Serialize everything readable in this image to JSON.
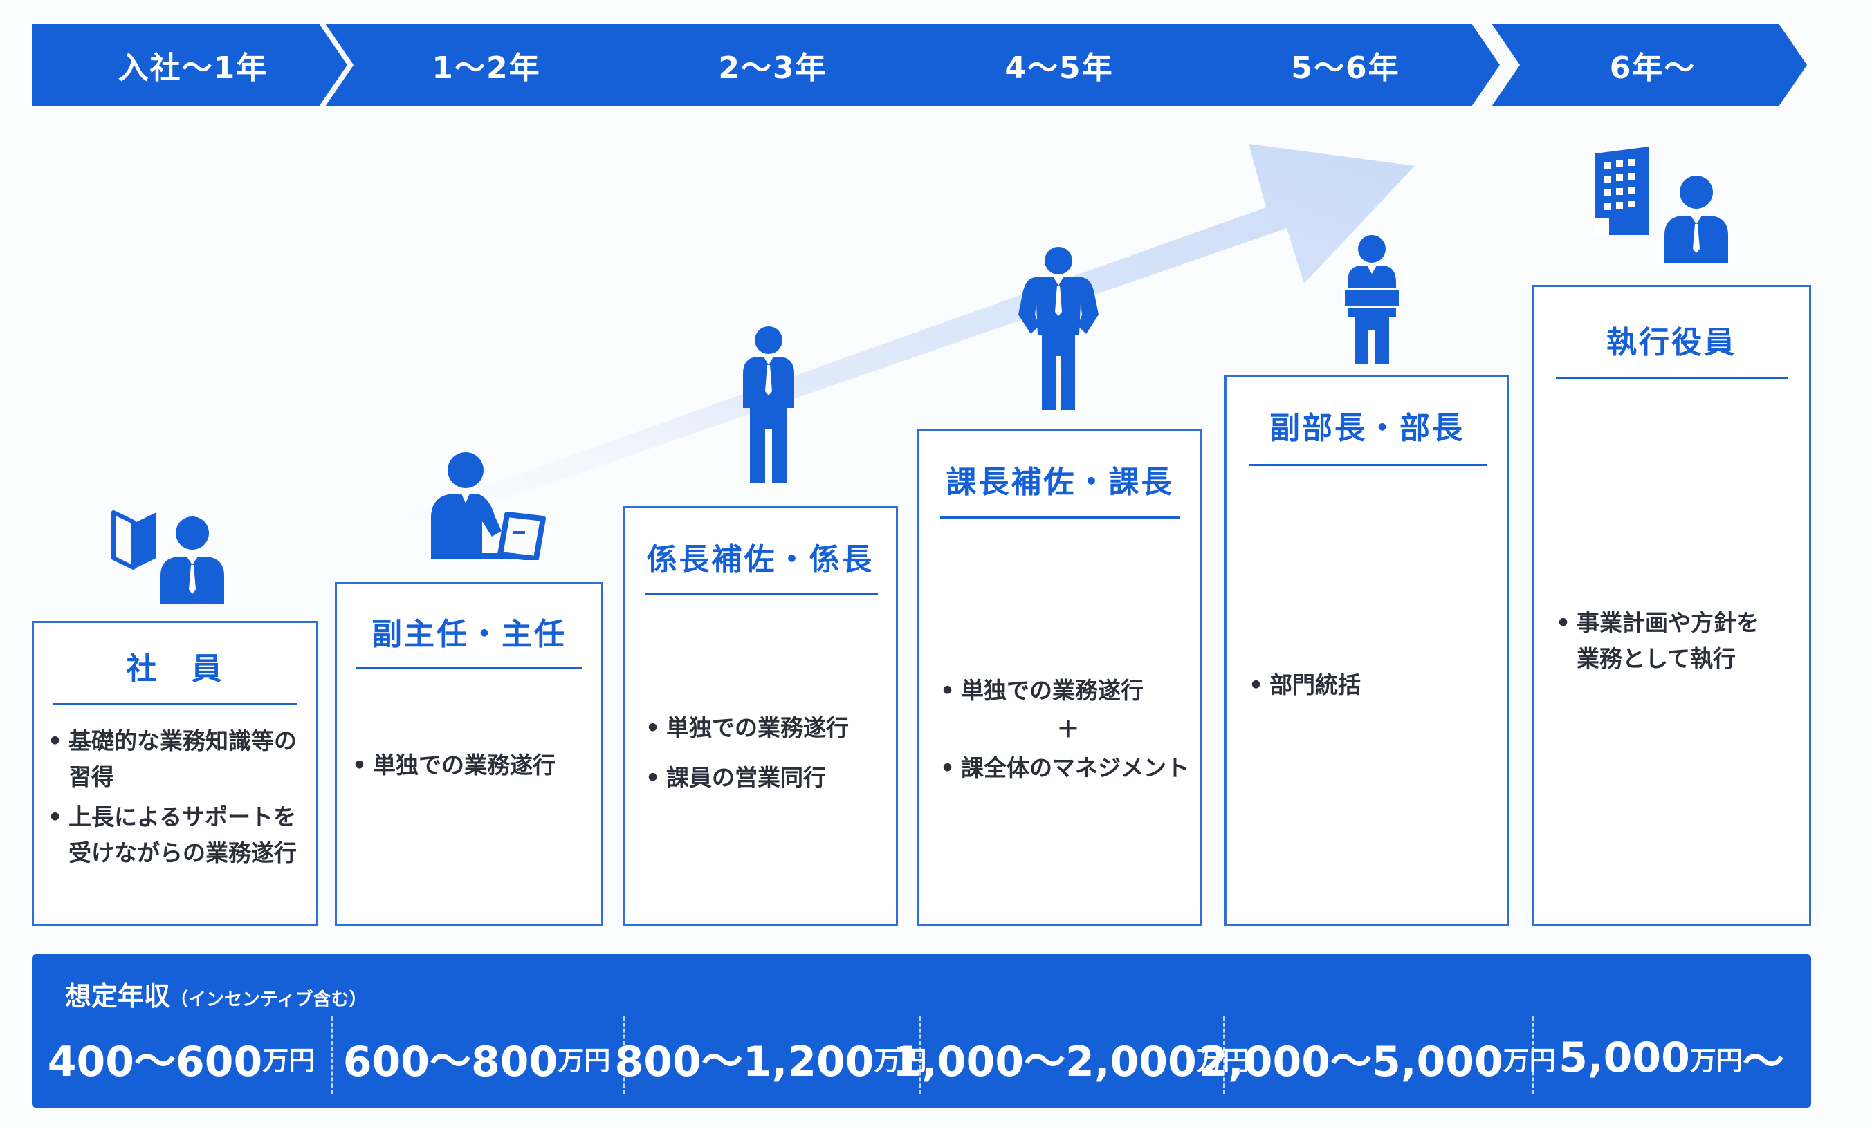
{
  "periods": [
    "入社～1年",
    "1～2年",
    "2～3年",
    "4～5年",
    "5～6年",
    "6年～"
  ],
  "positions": [
    {
      "title": "社　員",
      "bullets": [
        "基礎的な業務知識等の",
        "習得",
        "上長によるサポートを",
        "受けながらの業務遂行"
      ]
    },
    {
      "title": "副主任・主任",
      "bullets": [
        "単独での業務遂行"
      ]
    },
    {
      "title": "係長補佐・係長",
      "bullets": [
        "単独での業務遂行",
        "課員の営業同行"
      ]
    },
    {
      "title": "課長補佐・課長",
      "bullets": [
        "単独での業務遂行",
        "＋",
        "課全体のマネジメント"
      ]
    },
    {
      "title": "副部長・部長",
      "bullets": [
        "部門統括"
      ]
    },
    {
      "title": "執行役員",
      "bullets": [
        "事業計画や方針を",
        "業務として執行"
      ]
    }
  ],
  "salary": {
    "label": "想定年収",
    "label_note": "（インセンティブ含む）",
    "unit": "万円",
    "ranges": [
      "400～600",
      "600～800",
      "800～1,200",
      "1,000～2,000",
      "2,000～5,000",
      "5,000"
    ],
    "last_suffix": "～"
  },
  "colors": {
    "accent": "#1560d6",
    "arrow": "#d9e6fa",
    "card_border": "#2f6fd8"
  },
  "icons": [
    "beginner-mark-icon",
    "person-icon",
    "person-at-desk-icon",
    "standing-person-icon",
    "hands-on-hips-person-icon",
    "arms-crossed-person-icon",
    "office-building-icon"
  ]
}
